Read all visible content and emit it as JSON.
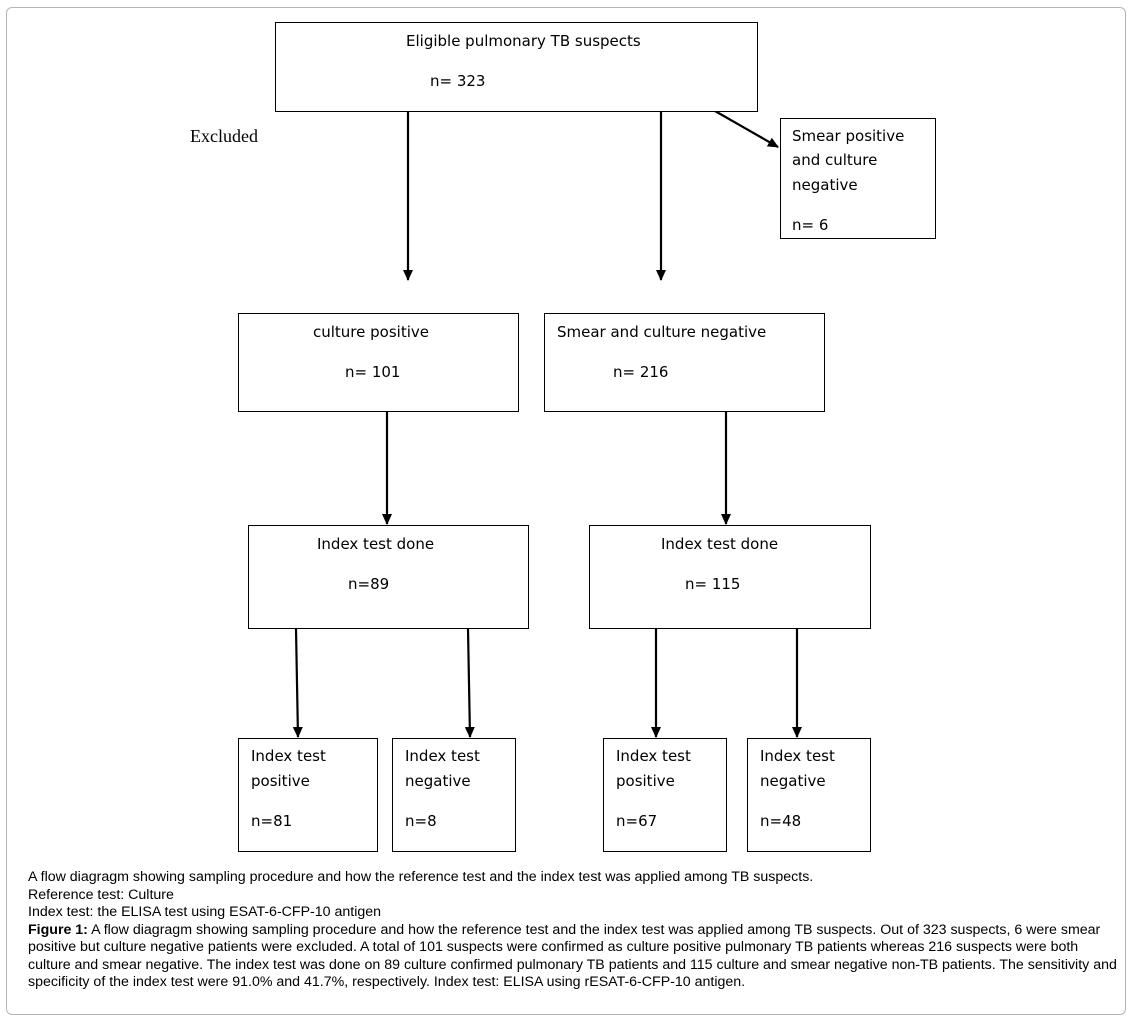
{
  "diagram": {
    "top": {
      "title": "Eligible pulmonary TB suspects",
      "n": "n= 323"
    },
    "excluded_label": "Excluded",
    "excluded_box": {
      "line1": "Smear positive",
      "line2": "and culture",
      "line3": "negative",
      "n": "n= 6"
    },
    "culture_positive": {
      "title": "culture positive",
      "n": "n= 101"
    },
    "smear_culture_negative": {
      "title": "Smear and culture negative",
      "n": "n= 216"
    },
    "index_done_left": {
      "title": "Index test done",
      "n": "n=89"
    },
    "index_done_right": {
      "title": "Index test done",
      "n": "n= 115"
    },
    "leaves": [
      {
        "line1": "Index test",
        "line2": "positive",
        "n": "n=81"
      },
      {
        "line1": "Index test",
        "line2": "negative",
        "n": "n=8"
      },
      {
        "line1": "Index test",
        "line2": "positive",
        "n": "n=67"
      },
      {
        "line1": "Index test",
        "line2": "negative",
        "n": "n=48"
      }
    ]
  },
  "caption": {
    "line1": "A flow diagragm showing sampling procedure and how the reference test and the index test was applied among TB suspects.",
    "line2": "Reference test: Culture",
    "line3": "Index test: the ELISA test using ESAT-6-CFP-10 antigen",
    "figure_label": "Figure 1:",
    "figure_text": " A flow diagragm showing sampling procedure and how the reference test and the index test was applied among TB suspects. Out of 323 suspects, 6 were smear positive but culture negative patients were excluded. A total of 101 suspects were confirmed as culture positive pulmonary TB patients whereas 216 suspects were both culture and smear negative. The index test was done on 89 culture confirmed pulmonary TB patients and 115 culture and smear negative non-TB patients. The sensitivity and specificity of the index test were 91.0% and 41.7%, respectively. Index test: ELISA using rESAT-6-CFP-10 antigen."
  }
}
